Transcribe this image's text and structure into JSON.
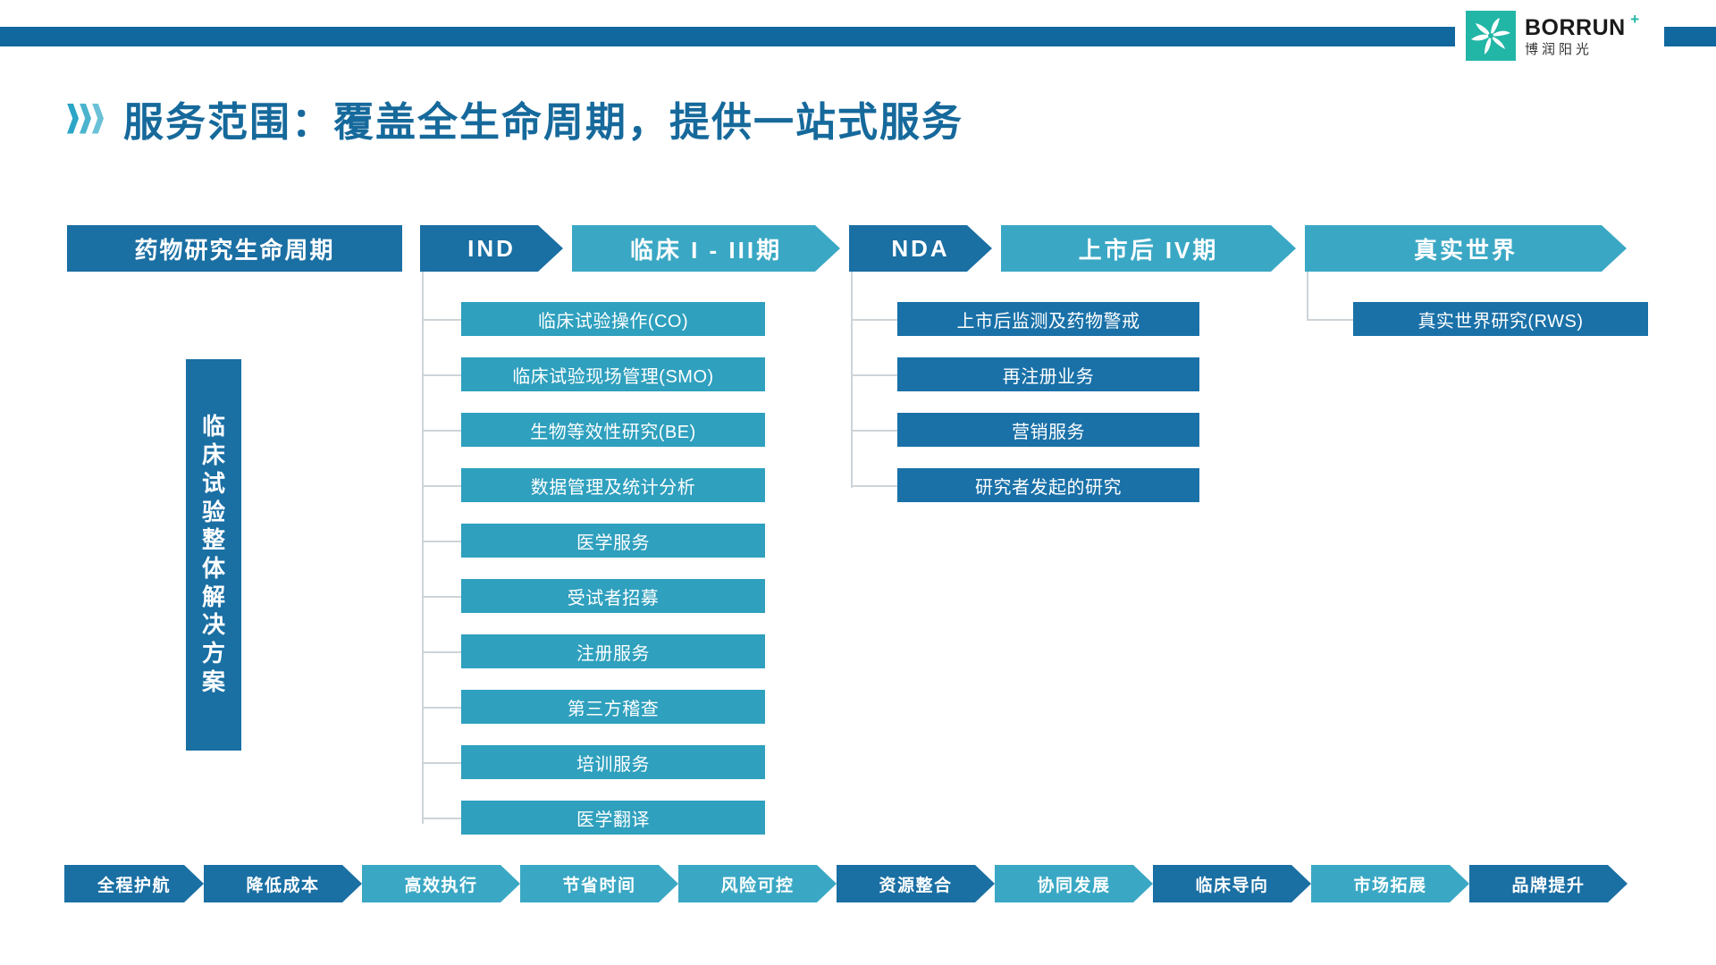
{
  "header": {
    "bar_color": "#11689f",
    "logo": {
      "mark_color": "#22b6a6",
      "mark_icon": "pinwheel-icon",
      "brand": "BORRUN",
      "plus": "+",
      "brand_cn": "博润阳光"
    }
  },
  "title": {
    "text": "服务范围：覆盖全生命周期，提供一站式服务",
    "color": "#16699b",
    "decoration_icon": "triple-chevron-icon"
  },
  "timeline": {
    "row_label": "药物研究生命周期",
    "segments": [
      {
        "label": "IND",
        "style": "dark"
      },
      {
        "label": "临床 I - III期",
        "style": "light"
      },
      {
        "label": "NDA",
        "style": "dark"
      },
      {
        "label": "上市后 IV期",
        "style": "light"
      },
      {
        "label": "真实世界",
        "style": "light"
      }
    ]
  },
  "vertical_label": {
    "chars": [
      "临",
      "床",
      "试",
      "验",
      "整",
      "体",
      "解",
      "决",
      "方",
      "案"
    ],
    "full_text": "临床试验整体解决方案"
  },
  "columns": {
    "clinical": {
      "color": "#2fa0be",
      "items": [
        "临床试验操作(CO)",
        "临床试验现场管理(SMO)",
        "生物等效性研究(BE)",
        "数据管理及统计分析",
        "医学服务",
        "受试者招募",
        "注册服务",
        "第三方稽查",
        "培训服务",
        "医学翻译"
      ]
    },
    "post_market": {
      "color": "#1a71a8",
      "items": [
        "上市后监测及药物警戒",
        "再注册业务",
        "营销服务",
        "研究者发起的研究"
      ]
    },
    "real_world": {
      "color": "#1a71a8",
      "items": [
        "真实世界研究(RWS)"
      ]
    }
  },
  "benefits": [
    {
      "label": "全程护航",
      "style": "dark"
    },
    {
      "label": "降低成本",
      "style": "dark"
    },
    {
      "label": "高效执行",
      "style": "light"
    },
    {
      "label": "节省时间",
      "style": "light"
    },
    {
      "label": "风险可控",
      "style": "light"
    },
    {
      "label": "资源整合",
      "style": "dark"
    },
    {
      "label": "协同发展",
      "style": "light"
    },
    {
      "label": "临床导向",
      "style": "dark"
    },
    {
      "label": "市场拓展",
      "style": "light"
    },
    {
      "label": "品牌提升",
      "style": "dark"
    }
  ],
  "palette": {
    "dark_blue": "#1a6fa3",
    "mid_blue": "#1a71a8",
    "teal": "#3aa8c4",
    "teal_box": "#2fa0be",
    "logo_green": "#22b6a6",
    "connector_gray": "#cdd4d8"
  }
}
